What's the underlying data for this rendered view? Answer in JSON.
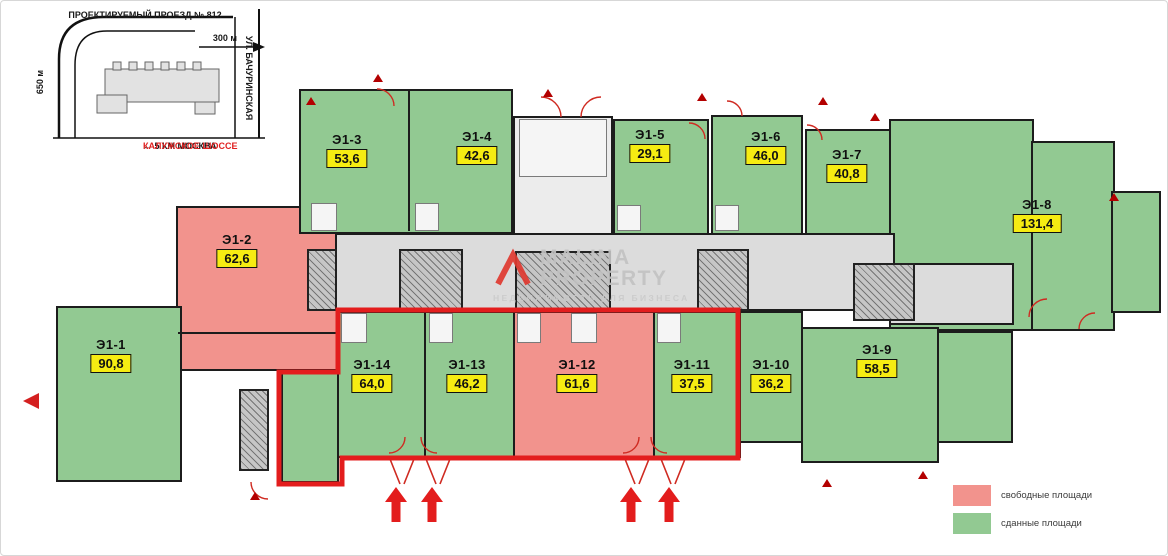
{
  "inset": {
    "road_label": "ПРОЕКТИРУЕМЫЙ ПРОЕЗД № 812",
    "dist_top": "300 м",
    "dist_left": "650 м",
    "street_right": "УЛ. БАЧУРИНСКАЯ",
    "bottom_prefix": "← 5 КМ МОСКВА ",
    "bottom_highway": "КАЛУЖСКОЕ ШОССЕ"
  },
  "watermark": {
    "line1": "MALINA",
    "line2": "PROPERTY",
    "subtitle": "НЕДВИЖИМОСТЬ ДЛЯ БИЗНЕСА"
  },
  "legend": {
    "available_label": "свободные площади",
    "rented_label": "сданные площади",
    "available_color": "#f2938d",
    "rented_color": "#92c992"
  },
  "colors": {
    "badge": "#f6ec12",
    "highlight": "#e31d1d",
    "walls": "#1c1c1c"
  },
  "units": [
    {
      "id": "e1-1",
      "label": "Э1-1",
      "area": "90,8",
      "status": "rented"
    },
    {
      "id": "e1-2",
      "label": "Э1-2",
      "area": "62,6",
      "status": "available"
    },
    {
      "id": "e1-3",
      "label": "Э1-3",
      "area": "53,6",
      "status": "rented"
    },
    {
      "id": "e1-4",
      "label": "Э1-4",
      "area": "42,6",
      "status": "rented"
    },
    {
      "id": "e1-5",
      "label": "Э1-5",
      "area": "29,1",
      "status": "rented"
    },
    {
      "id": "e1-6",
      "label": "Э1-6",
      "area": "46,0",
      "status": "rented"
    },
    {
      "id": "e1-7",
      "label": "Э1-7",
      "area": "40,8",
      "status": "rented"
    },
    {
      "id": "e1-8",
      "label": "Э1-8",
      "area": "131,4",
      "status": "rented"
    },
    {
      "id": "e1-9",
      "label": "Э1-9",
      "area": "58,5",
      "status": "rented"
    },
    {
      "id": "e1-10",
      "label": "Э1-10",
      "area": "36,2",
      "status": "rented"
    },
    {
      "id": "e1-11",
      "label": "Э1-11",
      "area": "37,5",
      "status": "rented"
    },
    {
      "id": "e1-12",
      "label": "Э1-12",
      "area": "61,6",
      "status": "available"
    },
    {
      "id": "e1-13",
      "label": "Э1-13",
      "area": "46,2",
      "status": "rented"
    },
    {
      "id": "e1-14",
      "label": "Э1-14",
      "area": "64,0",
      "status": "rented"
    }
  ]
}
